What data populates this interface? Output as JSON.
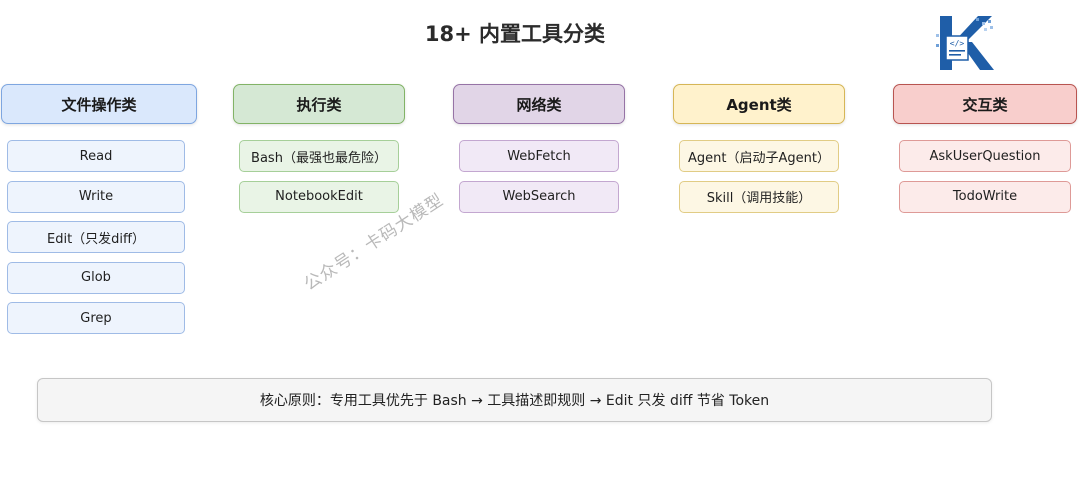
{
  "title": "18+ 内置工具分类",
  "colors": {
    "file_ops": "#dae8fc",
    "execution": "#d5e8d4",
    "network": "#e1d5e7",
    "agent": "#fff2cc",
    "interaction": "#f8cecc",
    "logo_blue": "#1f5ea8"
  },
  "categories": [
    {
      "label": "文件操作类",
      "items": [
        "Read",
        "Write",
        "Edit（只发diff）",
        "Glob",
        "Grep"
      ]
    },
    {
      "label": "执行类",
      "items": [
        "Bash（最强也最危险）",
        "NotebookEdit"
      ]
    },
    {
      "label": "网络类",
      "items": [
        "WebFetch",
        "WebSearch"
      ]
    },
    {
      "label": "Agent类",
      "items": [
        "Agent（启动子Agent）",
        "Skill（调用技能）"
      ]
    },
    {
      "label": "交互类",
      "items": [
        "AskUserQuestion",
        "TodoWrite"
      ]
    }
  ],
  "watermark": "公众号：卡码大模型",
  "principle": "核心原则：专用工具优先于 Bash → 工具描述即规则 → Edit 只发 diff 节省 Token",
  "logo": {
    "icon": "logo-k-icon",
    "glyph": "</>"
  }
}
